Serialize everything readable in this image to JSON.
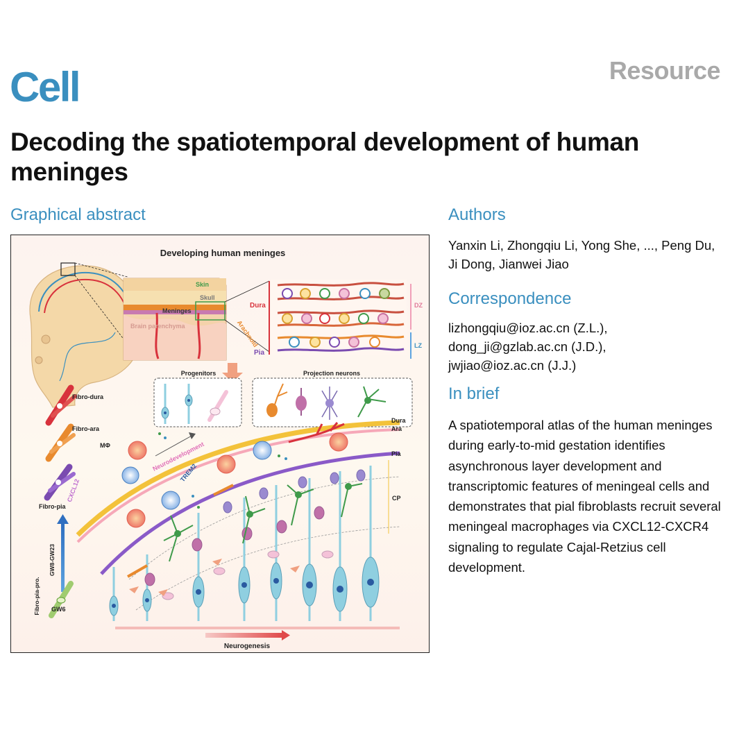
{
  "header": {
    "journal": "Cell",
    "article_type": "Resource",
    "title": "Decoding the spatiotemporal development of human meninges"
  },
  "graphical_abstract": {
    "heading": "Graphical abstract",
    "labels": {
      "main_title": "Developing human meninges",
      "skin": "Skin",
      "skull": "Skull",
      "meninges": "Meninges",
      "brain_parenchyma": "Brain parenchyma",
      "dura": "Dura",
      "arachnoid": "Arachnoid",
      "pia": "Pia",
      "dz": "DZ",
      "lz": "LZ",
      "progenitors": "Progenitors",
      "projection_neurons": "Projection neurons",
      "fibro_dura": "Fibro-dura",
      "fibro_ara": "Fibro-ara",
      "fibro_pia": "Fibro-pia",
      "cxcl12": "CXCL12",
      "macrophage": "MΦ",
      "neurodevelopment": "Neurodevelopment",
      "trem2": "TREM2",
      "dura_layer": "Dura",
      "ara_layer": "Ara",
      "pia_layer": "Pia",
      "cp": "CP",
      "gw_range": "GW8-GW23",
      "fibro_pia_pro": "Fibro-pia-pro.",
      "gw6": "GW6",
      "neurogenesis": "Neurogenesis"
    },
    "colors": {
      "dura": "#d8323c",
      "arachnoid": "#e88a2e",
      "pia": "#7a4bb0",
      "accent_blue": "#3a8fbf",
      "progenitor": "#8fcfe0",
      "neuron_purple": "#9a7ac0",
      "neuron_green": "#3f9a4a",
      "macrophage": "#f08a7a"
    }
  },
  "sidebar": {
    "authors_heading": "Authors",
    "authors": "Yanxin Li, Zhongqiu Li, Yong She, ..., Peng Du, Ji Dong, Jianwei Jiao",
    "correspondence_heading": "Correspondence",
    "correspondence": [
      "lizhongqiu@ioz.ac.cn (Z.L.),",
      "dong_ji@gzlab.ac.cn (J.D.),",
      "jwjiao@ioz.ac.cn (J.J.)"
    ],
    "in_brief_heading": "In brief",
    "in_brief": "A spatiotemporal atlas of the human meninges during early-to-mid gestation identifies asynchronous layer development and transcriptomic features of meningeal cells and demonstrates that pial fibroblasts recruit several meningeal macrophages via CXCL12-CXCR4 signaling to regulate Cajal-Retzius cell development."
  }
}
